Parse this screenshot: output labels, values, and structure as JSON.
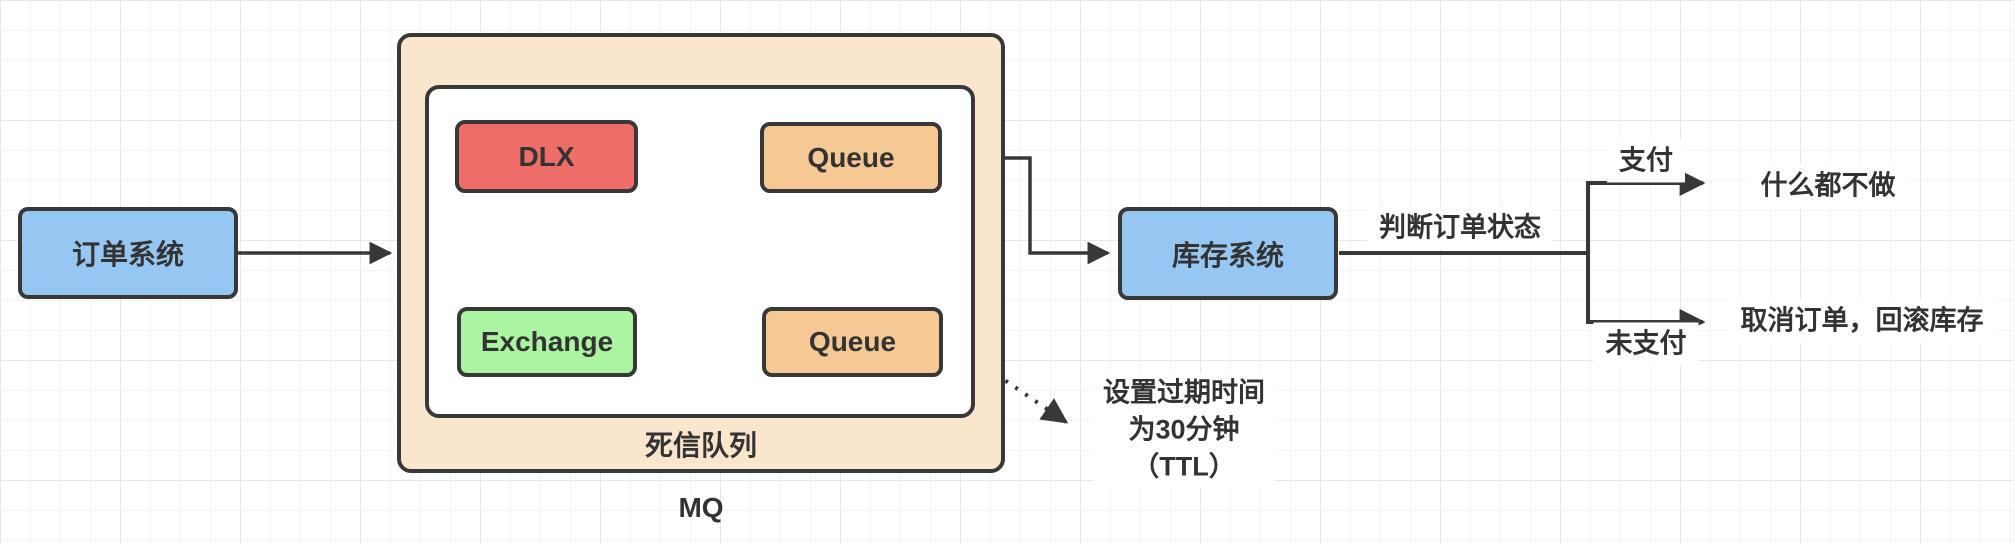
{
  "diagram": {
    "nodes": {
      "order_system": {
        "label": "订单系统",
        "fill": "#96C6F2"
      },
      "inventory_system": {
        "label": "库存系统",
        "fill": "#96C6F2"
      },
      "dlx": {
        "label": "DLX",
        "fill": "#EE6D68"
      },
      "queue_top": {
        "label": "Queue",
        "fill": "#F6C994"
      },
      "exchange": {
        "label": "Exchange",
        "fill": "#ABF4A1"
      },
      "queue_bottom": {
        "label": "Queue",
        "fill": "#F6C994"
      }
    },
    "containers": {
      "mq": {
        "label": "MQ",
        "fill": "#FAE5CD"
      },
      "dead_letter": {
        "label": "死信队列",
        "fill": "#FFFFFF"
      }
    },
    "annotations": {
      "judge_status": "判断订单状态",
      "paid": "支付",
      "unpaid": "未支付",
      "do_nothing": "什么都不做",
      "cancel_rollback": "取消订单，回滚库存",
      "ttl_line1": "设置过期时间",
      "ttl_line2": "为30分钟",
      "ttl_line3": "（TTL）"
    },
    "colors": {
      "stroke": "#383838",
      "grid_minor": "#f3f3f3",
      "grid_major": "#e7e7e7",
      "background": "#ffffff"
    }
  }
}
